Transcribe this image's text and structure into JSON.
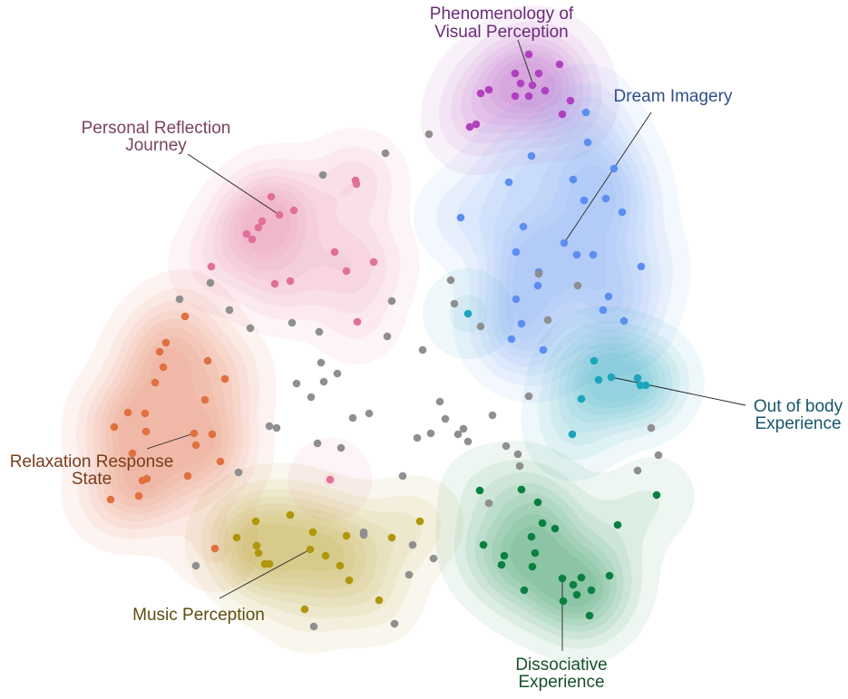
{
  "chart_data": {
    "type": "scatter",
    "title": "",
    "xlabel": "",
    "ylabel": "",
    "grid": false,
    "legend": "none",
    "background_color": "#888888",
    "series": [
      {
        "name": "Phenomenology of Visual Perception",
        "color": "#b040c0",
        "label_color": "#6b2a78",
        "points": [
          [
            568,
            81
          ],
          [
            583,
            60
          ],
          [
            594,
            81
          ],
          [
            574,
            92
          ],
          [
            587,
            94
          ],
          [
            601,
            100
          ],
          [
            568,
            106
          ],
          [
            583,
            106
          ],
          [
            617,
            71
          ],
          [
            539,
            99
          ],
          [
            530,
            103
          ],
          [
            629,
            111
          ],
          [
            620,
            126
          ],
          [
            518,
            140
          ],
          [
            525,
            137
          ]
        ]
      },
      {
        "name": "Dream Imagery",
        "color": "#5b8ef0",
        "label_color": "#2f4f8a",
        "points": [
          [
            646,
            124
          ],
          [
            648,
            157
          ],
          [
            586,
            172
          ],
          [
            677,
            186
          ],
          [
            632,
            198
          ],
          [
            561,
            201
          ],
          [
            668,
            219
          ],
          [
            644,
            221
          ],
          [
            686,
            234
          ],
          [
            508,
            240
          ],
          [
            577,
            250
          ],
          [
            622,
            268
          ],
          [
            569,
            278
          ],
          [
            636,
            281
          ],
          [
            654,
            281
          ],
          [
            707,
            294
          ],
          [
            594,
            300
          ],
          [
            593,
            315
          ],
          [
            671,
            327
          ],
          [
            569,
            330
          ],
          [
            665,
            342
          ],
          [
            688,
            354
          ],
          [
            575,
            357
          ],
          [
            564,
            374
          ],
          [
            599,
            386
          ]
        ]
      },
      {
        "name": "Out of body Experience",
        "color": "#1aa5bd",
        "label_color": "#17566a",
        "points": [
          [
            516,
            346
          ],
          [
            655,
            398
          ],
          [
            674,
            416
          ],
          [
            660,
            419
          ],
          [
            703,
            417
          ],
          [
            706,
            425
          ],
          [
            712,
            425
          ],
          [
            641,
            440
          ],
          [
            631,
            479
          ]
        ]
      },
      {
        "name": "Personal Reflection Journey",
        "color": "#e0709a",
        "label_color": "#7a4360",
        "points": [
          [
            392,
            199
          ],
          [
            393,
            203
          ],
          [
            299,
            217
          ],
          [
            324,
            232
          ],
          [
            308,
            237
          ],
          [
            289,
            244
          ],
          [
            285,
            251
          ],
          [
            272,
            258
          ],
          [
            278,
            264
          ],
          [
            369,
            278
          ],
          [
            412,
            289
          ],
          [
            233,
            294
          ],
          [
            382,
            299
          ],
          [
            320,
            310
          ],
          [
            303,
            313
          ],
          [
            394,
            355
          ],
          [
            364,
            529
          ]
        ]
      },
      {
        "name": "Relaxation Response State",
        "color": "#e07040",
        "label_color": "#7a3c1a",
        "points": [
          [
            204,
            349
          ],
          [
            183,
            378
          ],
          [
            176,
            388
          ],
          [
            180,
            405
          ],
          [
            229,
            398
          ],
          [
            248,
            418
          ],
          [
            171,
            422
          ],
          [
            226,
            441
          ],
          [
            141,
            455
          ],
          [
            160,
            456
          ],
          [
            126,
            471
          ],
          [
            161,
            476
          ],
          [
            214,
            478
          ],
          [
            234,
            479
          ],
          [
            146,
            500
          ],
          [
            216,
            491
          ],
          [
            243,
            509
          ],
          [
            162,
            528
          ],
          [
            157,
            530
          ],
          [
            207,
            525
          ],
          [
            153,
            547
          ],
          [
            122,
            551
          ],
          [
            237,
            605
          ]
        ]
      },
      {
        "name": "Music Perception",
        "color": "#b0960a",
        "label_color": "#5e4e10",
        "points": [
          [
            320,
            568
          ],
          [
            282,
            575
          ],
          [
            345,
            587
          ],
          [
            463,
            575
          ],
          [
            382,
            591
          ],
          [
            432,
            593
          ],
          [
            261,
            593
          ],
          [
            283,
            602
          ],
          [
            342,
            606
          ],
          [
            285,
            610
          ],
          [
            359,
            613
          ],
          [
            292,
            622
          ],
          [
            297,
            622
          ],
          [
            375,
            624
          ],
          [
            385,
            640
          ],
          [
            418,
            662
          ],
          [
            336,
            672
          ]
        ]
      },
      {
        "name": "Dissociative Experience",
        "color": "#0a8040",
        "label_color": "#17502c",
        "points": [
          [
            575,
            540
          ],
          [
            529,
            541
          ],
          [
            593,
            554
          ],
          [
            724,
            546
          ],
          [
            598,
            577
          ],
          [
            681,
            579
          ],
          [
            612,
            583
          ],
          [
            586,
            592
          ],
          [
            533,
            601
          ],
          [
            590,
            610
          ],
          [
            556,
            613
          ],
          [
            553,
            623
          ],
          [
            587,
            625
          ],
          [
            620,
            638
          ],
          [
            641,
            637
          ],
          [
            632,
            645
          ],
          [
            672,
            635
          ],
          [
            652,
            651
          ],
          [
            578,
            651
          ],
          [
            636,
            656
          ],
          [
            621,
            663
          ],
          [
            650,
            679
          ]
        ]
      },
      {
        "name": "",
        "color": "#8f8f8f",
        "label_color": "",
        "points": [
          [
            473,
            148
          ],
          [
            425,
            169
          ],
          [
            356,
            193
          ],
          [
            232,
            312
          ],
          [
            497,
            309
          ],
          [
            432,
            332
          ],
          [
            501,
            335
          ],
          [
            198,
            330
          ],
          [
            253,
            342
          ],
          [
            594,
            302
          ],
          [
            637,
            315
          ],
          [
            322,
            356
          ],
          [
            276,
            362
          ],
          [
            352,
            366
          ],
          [
            427,
            371
          ],
          [
            530,
            360
          ],
          [
            604,
            353
          ],
          [
            466,
            386
          ],
          [
            354,
            400
          ],
          [
            372,
            412
          ],
          [
            357,
            421
          ],
          [
            327,
            423
          ],
          [
            343,
            438
          ],
          [
            485,
            443
          ],
          [
            583,
            437
          ],
          [
            407,
            456
          ],
          [
            389,
            461
          ],
          [
            491,
            462
          ],
          [
            543,
            458
          ],
          [
            297,
            470
          ],
          [
            305,
            472
          ],
          [
            475,
            478
          ],
          [
            460,
            483
          ],
          [
            511,
            473
          ],
          [
            505,
            479
          ],
          [
            516,
            487
          ],
          [
            350,
            489
          ],
          [
            376,
            494
          ],
          [
            558,
            492
          ],
          [
            571,
            501
          ],
          [
            573,
            514
          ],
          [
            263,
            521
          ],
          [
            444,
            525
          ],
          [
            703,
            519
          ],
          [
            726,
            502
          ],
          [
            718,
            472
          ],
          [
            539,
            555
          ],
          [
            401,
            587
          ],
          [
            401,
            590
          ],
          [
            455,
            601
          ],
          [
            478,
            616
          ],
          [
            451,
            634
          ],
          [
            216,
            624
          ],
          [
            435,
            688
          ],
          [
            346,
            691
          ]
        ]
      }
    ],
    "labels": [
      {
        "series": 0,
        "lines": [
          "Phenomenology of",
          "Visual Perception"
        ]
      },
      {
        "series": 1,
        "lines": [
          "Dream Imagery"
        ]
      },
      {
        "series": 2,
        "lines": [
          "Out of body",
          "Experience"
        ]
      },
      {
        "series": 3,
        "lines": [
          "Personal Reflection",
          "Journey"
        ]
      },
      {
        "series": 4,
        "lines": [
          "Relaxation Response",
          "State"
        ]
      },
      {
        "series": 5,
        "lines": [
          "Music Perception"
        ]
      },
      {
        "series": 6,
        "lines": [
          "Dissociative",
          "Experience"
        ]
      }
    ]
  }
}
